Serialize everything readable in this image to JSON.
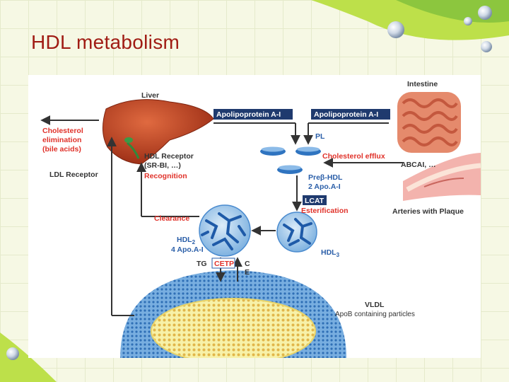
{
  "slide": {
    "title": "HDL metabolism"
  },
  "labels": {
    "liver": "Liver",
    "intestine": "Intestine",
    "apoa1_left": "Apolipoprotein A-I",
    "apoa1_right": "Apolipoprotein A-I",
    "pl": "PL",
    "chol_elim_1": "Cholesterol",
    "chol_elim_2": "elimination",
    "chol_elim_3": "(bile acids)",
    "hdl_receptor_1": "HDL Receptor",
    "hdl_receptor_2": "(SR-BI, …)",
    "recognition": "Recognition",
    "ldl_receptor": "LDL Receptor",
    "chol_efflux": "Cholesterol efflux",
    "abcai": "ABCAI, …",
    "prebeta_1": "Preβ-HDL",
    "prebeta_2": "2 Apo.A-I",
    "lcat": "LCAT",
    "esterification": "Esterification",
    "arteries": "Arteries with Plaque",
    "clearance": "Clearance",
    "hdl2_name": "HDL",
    "hdl2_sub": "2",
    "hdl2_apo": "4 Apo.A-I",
    "hdl3_name": "HDL",
    "hdl3_sub": "3",
    "tg": "TG",
    "cetp": "CETP",
    "ce_c": "C",
    "ce_e": "E",
    "vldl": "VLDL",
    "apob": "ApoB containing particles"
  },
  "colors": {
    "title": "#a01c14",
    "label_dark": "#333333",
    "label_red": "#e0322a",
    "label_blue": "#2a5ea8",
    "arrow": "#333333",
    "liver": "#b8401f",
    "intestine": "#e27a5e",
    "artery": "#f2a4a0",
    "hdl_particle": "#2f74c0",
    "vldl_shell": "#6fa9dc",
    "vldl_core": "#f6ee9a"
  }
}
